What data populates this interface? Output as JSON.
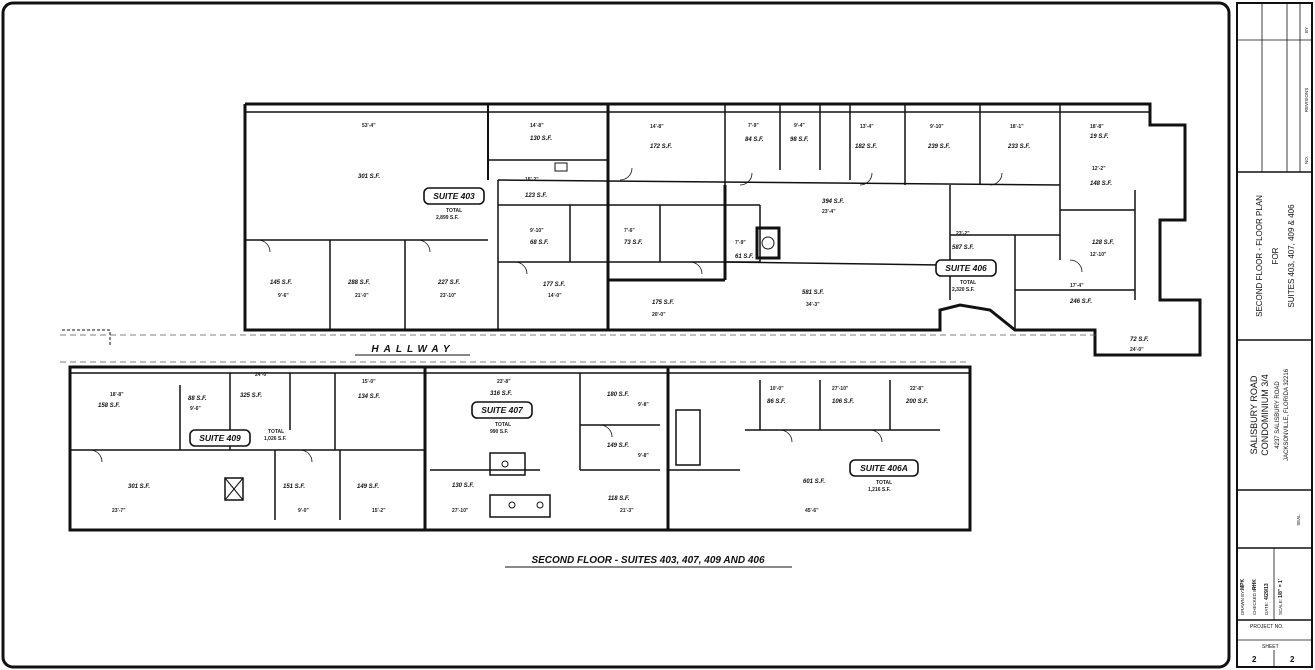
{
  "plan": {
    "caption": "SECOND FLOOR - SUITES 403, 407, 409 AND 406",
    "hallway": "HALLWAY",
    "suites": [
      {
        "name": "SUITE 403",
        "total_label": "TOTAL",
        "total": "2,899 S.F."
      },
      {
        "name": "SUITE 406",
        "total_label": "TOTAL",
        "total": "2,320 S.F."
      },
      {
        "name": "SUITE 407",
        "total_label": "TOTAL",
        "total": "990 S.F."
      },
      {
        "name": "SUITE 409",
        "total_label": "TOTAL",
        "total": "1,026 S.F."
      },
      {
        "name": "SUITE 406A",
        "total_label": "TOTAL",
        "total": "1,216 S.F."
      }
    ],
    "rooms": [
      {
        "area": "301 S.F.",
        "dim": "53'-4\""
      },
      {
        "area": "130 S.F.",
        "dim": "14'-8\""
      },
      {
        "area": "123 S.F.",
        "dim": "15'-2\""
      },
      {
        "area": "172 S.F.",
        "dim": "14'-8\""
      },
      {
        "area": "84 S.F.",
        "dim": "7'-9\""
      },
      {
        "area": "98 S.F.",
        "dim": "9'-4\""
      },
      {
        "area": "182 S.F.",
        "dim": "13'-4\""
      },
      {
        "area": "239 S.F.",
        "dim": "9'-10\""
      },
      {
        "area": "233 S.F.",
        "dim": "18'-1\""
      },
      {
        "area": "19 S.F.",
        "dim": "18'-8\""
      },
      {
        "area": "148 S.F.",
        "dim": "12'-2\""
      },
      {
        "area": "128 S.F.",
        "dim": "12'-10\""
      },
      {
        "area": "246 S.F.",
        "dim": "17'-4\""
      },
      {
        "area": "72 S.F.",
        "dim": "24'-0\""
      },
      {
        "area": "145 S.F.",
        "dim": "9'-6\""
      },
      {
        "area": "288 S.F.",
        "dim": "21'-0\""
      },
      {
        "area": "227 S.F.",
        "dim": "23'-10\""
      },
      {
        "area": "177 S.F.",
        "dim": "14'-0\""
      },
      {
        "area": "175 S.F.",
        "dim": "20'-0\""
      },
      {
        "area": "581 S.F.",
        "dim": "34'-3\""
      },
      {
        "area": "587 S.F.",
        "dim": "23'-2\""
      },
      {
        "area": "394 S.F.",
        "dim": "23'-4\""
      },
      {
        "area": "68 S.F.",
        "dim": "9'-10\""
      },
      {
        "area": "73 S.F.",
        "dim": "7'-6\""
      },
      {
        "area": "61 S.F.",
        "dim": "7'-9\""
      },
      {
        "area": "158 S.F.",
        "dim": "18'-8\""
      },
      {
        "area": "88 S.F.",
        "dim": "9'-6\""
      },
      {
        "area": "325 S.F.",
        "dim": "24'-0\""
      },
      {
        "area": "134 S.F.",
        "dim": "15'-0\""
      },
      {
        "area": "301 S.F.",
        "dim": "23'-7\""
      },
      {
        "area": "151 S.F.",
        "dim": "9'-0\""
      },
      {
        "area": "149 S.F.",
        "dim": "15'-2\""
      },
      {
        "area": "316 S.F.",
        "dim": "23'-8\""
      },
      {
        "area": "180 S.F.",
        "dim": "9'-8\""
      },
      {
        "area": "149 S.F.",
        "dim": "9'-8\""
      },
      {
        "area": "130 S.F.",
        "dim": "27'-10\""
      },
      {
        "area": "118 S.F.",
        "dim": "21'-3\""
      },
      {
        "area": "86 S.F.",
        "dim": "10'-0\""
      },
      {
        "area": "106 S.F.",
        "dim": "27'-10\""
      },
      {
        "area": "200 S.F.",
        "dim": "22'-8\""
      },
      {
        "area": "601 S.F.",
        "dim": "45'-6\""
      }
    ]
  },
  "title_block": {
    "revisions_label": "REVISIONS",
    "rev_headers": [
      "NO.",
      "BY"
    ],
    "sheet_title": "SECOND FLOOR - FLOOR PLAN",
    "sheet_sub": "FOR",
    "sheet_suites": "SUITES 403, 407, 409 & 406",
    "project_name_1": "SALISBURY ROAD",
    "project_name_2": "CONDOMINIUM 3/4",
    "address_1": "4237 SALISBURY ROAD",
    "address_2": "JACKSONVILLE, FLORIDA 32216",
    "seal_label": "SEAL",
    "drawn_by": "DRAWN BY:",
    "drawn_by_val": "MPK",
    "checked_by": "CHECKED BY:",
    "checked_by_val": "RHK",
    "date": "DATE:",
    "date_val": "4/29/13",
    "scale": "SCALE:",
    "scale_val": "1/8\" = 1'",
    "project_no": "PROJECT NO.",
    "sheet_label": "SHEET",
    "sheet_no": "2",
    "sheet_of": "2"
  }
}
